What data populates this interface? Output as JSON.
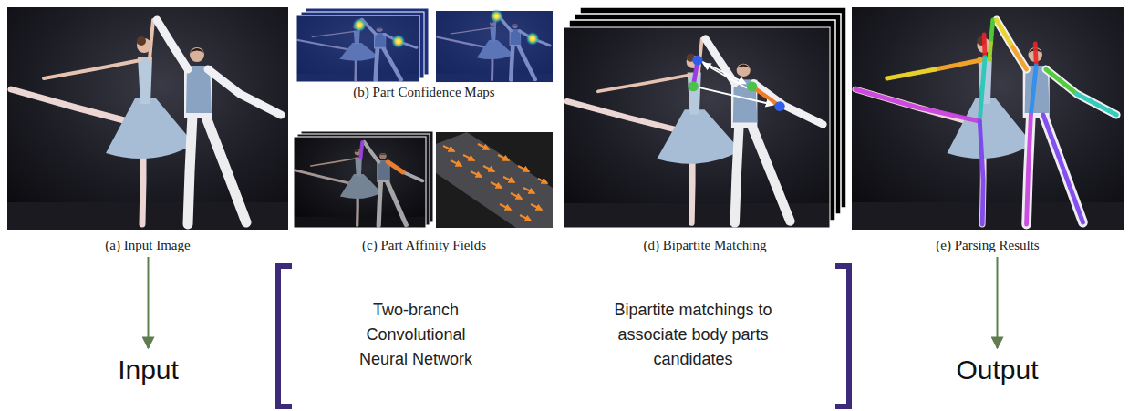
{
  "diagram": {
    "nodes": [
      {
        "text": [
          "(a) Input Image"
        ]
      },
      {
        "text": [
          "(b) Part Confidence Maps"
        ]
      },
      {
        "text": [
          "(c) Part Affinity Fields"
        ]
      },
      {
        "text": [
          "(d) Bipartite Matching"
        ]
      },
      {
        "text": [
          "(e) Parsing Results"
        ]
      },
      {
        "text": [
          "Input"
        ]
      },
      {
        "text": [
          "Output"
        ]
      }
    ],
    "edges": [
      {
        "from": 0,
        "to": 5,
        "arrow": "to"
      },
      {
        "from": 4,
        "to": 6,
        "arrow": "to"
      }
    ],
    "labels": [
      "Two-branch Convolutional Neural Network",
      "Bipartite matchings to associate body parts candidates"
    ]
  }
}
